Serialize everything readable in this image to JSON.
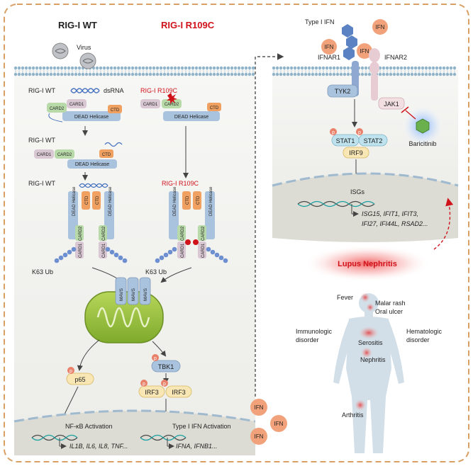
{
  "left": {
    "title_wt": "RIG-I WT",
    "title_mut": "RIG-I R109C",
    "virus": "Virus",
    "dsrna": "dsRNA",
    "wt_label": "RIG-I WT",
    "mut_label": "RIG-I R109C",
    "card1": "CARD1",
    "card2": "CARD2",
    "ctd": "CTD",
    "dead": "DEAD Helicase",
    "k63": "K63 Ub",
    "mavs": "MAVS",
    "p": "p",
    "p65": "p65",
    "tbk1": "TBK1",
    "irf3": "IRF3",
    "nfkb": "NF-κB Activation",
    "nfkb_genes": "IL1B, IL6, IL8, TNF...",
    "ifn_act": "Type I IFN Activation",
    "ifn_genes": "IFNA, IFNB1...",
    "ifn": "IFN"
  },
  "right": {
    "type1": "Type I IFN",
    "ifn": "IFN",
    "ifnar1": "IFNAR1",
    "ifnar2": "IFNAR2",
    "tyk2": "TYK2",
    "jak1": "JAK1",
    "baricitinib": "Baricitinib",
    "stat1": "STAT1",
    "stat2": "STAT2",
    "irf9": "IRF9",
    "isgs": "ISGs",
    "isg_line1": "ISG15, IFIT1, IFIT3,",
    "isg_line2": "IFI27, IFI44L, RSAD2...",
    "lupus": "Lupus Nephritis",
    "fever": "Fever",
    "malar": "Malar rash",
    "oral": "Oral ulcer",
    "immuno1": "Immunologic",
    "immuno2": "disorder",
    "hema1": "Hematologic",
    "hema2": "disorder",
    "serositis": "Serositis",
    "nephritis": "Nephritis",
    "arthritis": "Arthritis"
  },
  "colors": {
    "frame": "#d9a066",
    "card1": "#d9c7d3",
    "card2": "#b8d9a8",
    "ctd": "#f0a060",
    "dead": "#a9c2dd",
    "mutant": "#d0121b",
    "ifn": "#f2a27a"
  }
}
